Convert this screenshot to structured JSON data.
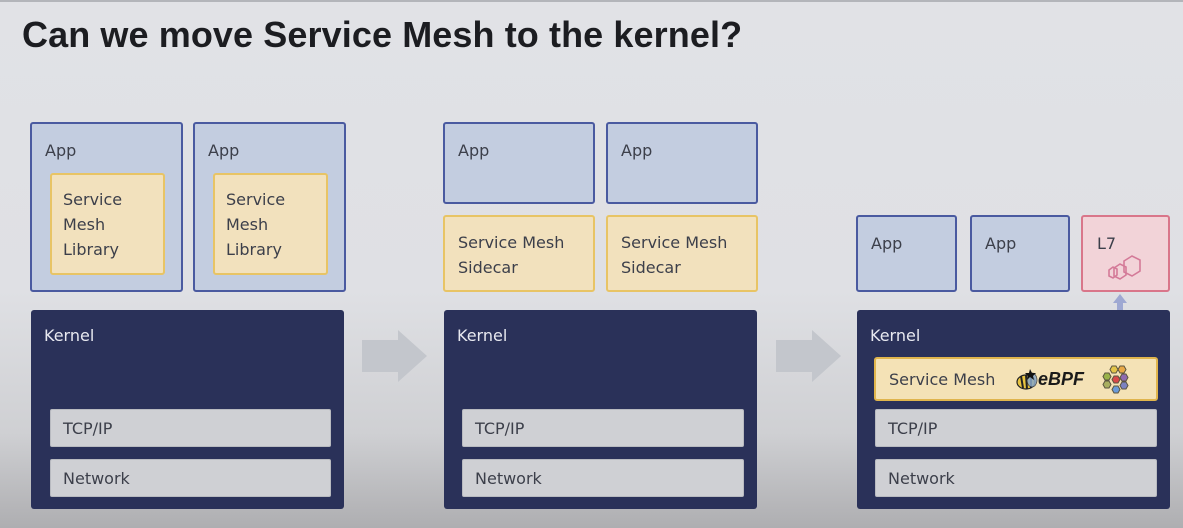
{
  "title": "Can we move Service Mesh to the kernel?",
  "colors": {
    "app_fill": "#c3cde0",
    "app_border": "#4a5aa0",
    "library_fill": "#f2e1bd",
    "library_border": "#e8c465",
    "l7_fill": "#f2d3d8",
    "l7_border": "#d9768a",
    "kernel_fill": "#2a3159",
    "layer_fill": "#cfd0d4",
    "arrow": "#c3c6cc",
    "bidirectional_arrow": "#9ea8d2"
  },
  "panels": [
    {
      "name": "library-model",
      "apps": [
        {
          "label": "App",
          "inner": "Service\nMesh\nLibrary"
        },
        {
          "label": "App",
          "inner": "Service\nMesh\nLibrary"
        }
      ],
      "kernel": {
        "label": "Kernel",
        "layers": [
          "TCP/IP",
          "Network"
        ]
      }
    },
    {
      "name": "sidecar-model",
      "apps": [
        {
          "label": "App"
        },
        {
          "label": "App"
        }
      ],
      "sidecars": [
        "Service Mesh\nSidecar",
        "Service Mesh\nSidecar"
      ],
      "kernel": {
        "label": "Kernel",
        "layers": [
          "TCP/IP",
          "Network"
        ]
      }
    },
    {
      "name": "kernel-model",
      "apps": [
        {
          "label": "App"
        },
        {
          "label": "App"
        }
      ],
      "l7": {
        "label": "L7",
        "icon": "envoy-proxy-icon"
      },
      "kernel": {
        "label": "Kernel",
        "service_mesh": {
          "label": "Service Mesh",
          "logo_text": "eBPF",
          "logo_icon": "ebpf-bee-icon",
          "extra_icon": "cilium-hexagon-icon"
        },
        "layers": [
          "TCP/IP",
          "Network"
        ]
      }
    }
  ]
}
